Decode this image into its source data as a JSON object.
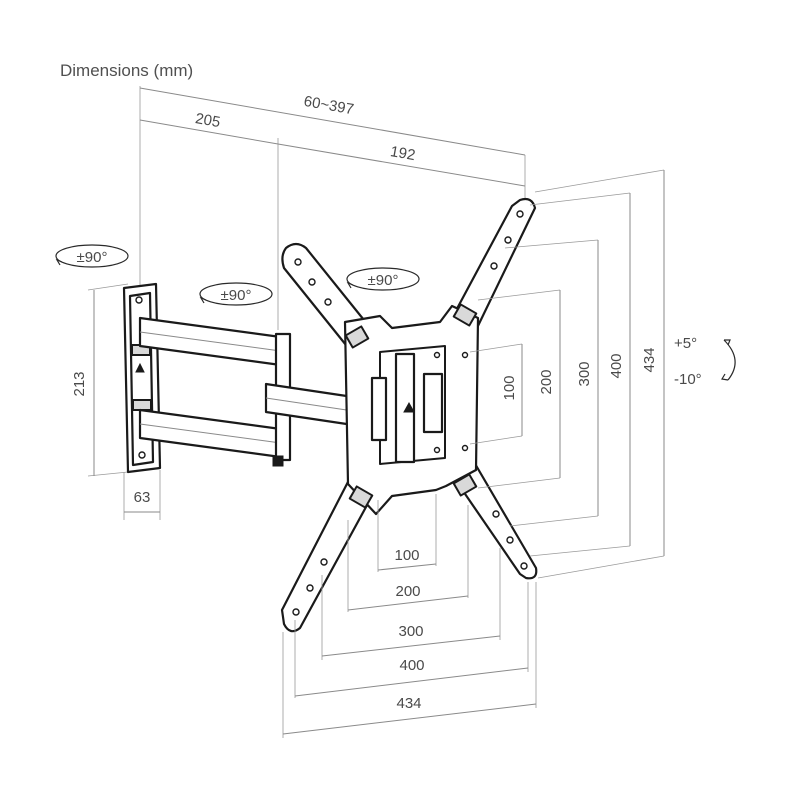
{
  "title": "Dimensions (mm)",
  "top_dims": {
    "extension": "60~397",
    "arm": "205",
    "plate": "192"
  },
  "rotations": {
    "wall_swivel": "±90°",
    "arm_swivel": "±90°",
    "plate_rotation": "±90°"
  },
  "wall_plate": {
    "height": "213",
    "width": "63"
  },
  "tilt": {
    "up": "+5°",
    "down": "-10°"
  },
  "vertical_vesa": [
    "100",
    "200",
    "300",
    "400",
    "434"
  ],
  "horizontal_vesa": [
    "100",
    "200",
    "300",
    "400",
    "434"
  ]
}
